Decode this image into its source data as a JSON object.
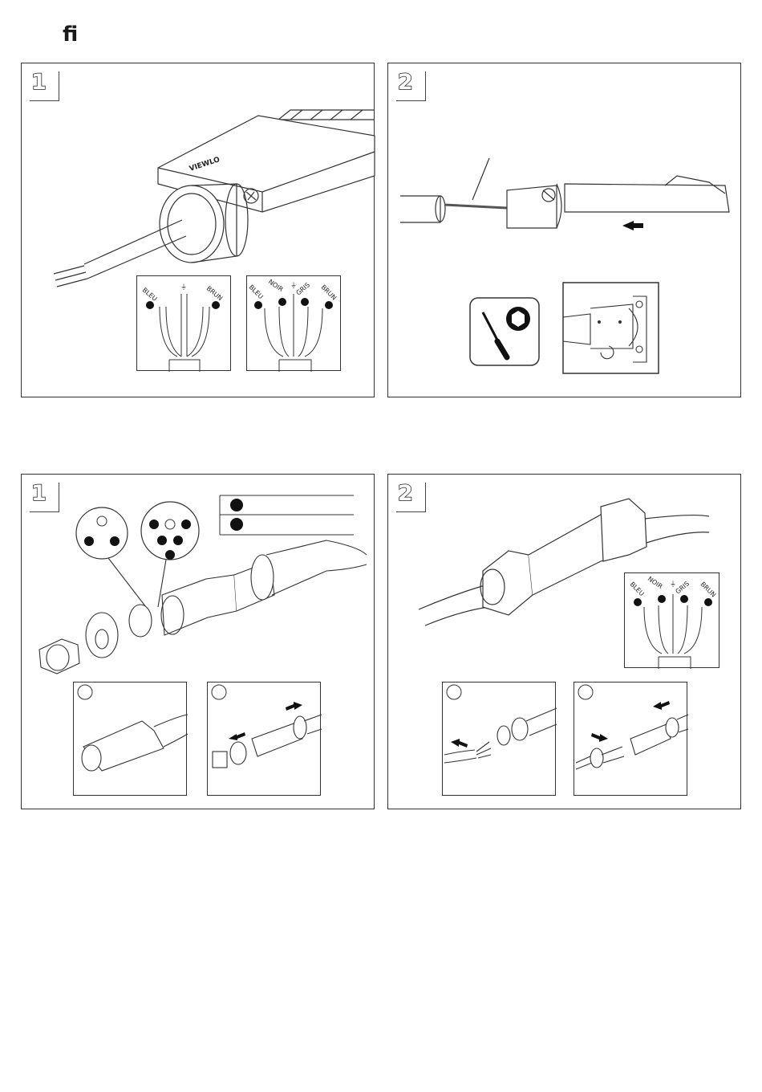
{
  "header": {
    "glyph": "ﬁ"
  },
  "top_left": {
    "step": "1",
    "brand_text": "VIEWLO",
    "wiring_3": {
      "left": "BLEU",
      "earth": "⏚",
      "right": "BRUN"
    },
    "wiring_5": {
      "c1": "BLEU",
      "c2": "NOIR",
      "earth": "⏚",
      "c4": "GRIS",
      "c5": "BRUN"
    }
  },
  "top_right": {
    "step": "2"
  },
  "bottom_left": {
    "step": "1"
  },
  "bottom_right": {
    "step": "2",
    "wiring_5": {
      "c1": "BLEU",
      "c2": "NOIR",
      "earth": "⏚",
      "c4": "GRIS",
      "c5": "BRUN"
    }
  }
}
